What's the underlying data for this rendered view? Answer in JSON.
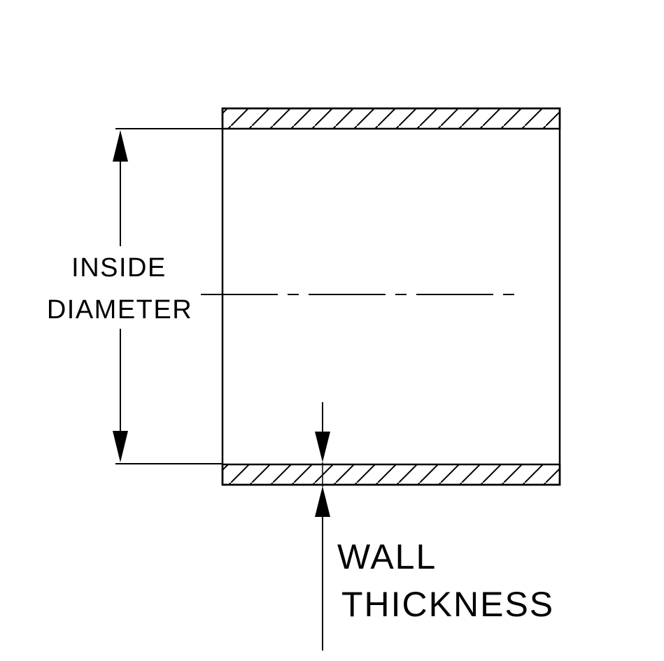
{
  "diagram": {
    "type": "technical-drawing",
    "description": "Cross-section of a silicone hose coupler showing inside diameter and wall thickness dimensions",
    "labels": {
      "inside_diameter": {
        "line1": "INSIDE",
        "line2": "DIAMETER"
      },
      "wall_thickness": {
        "line1": "WALL",
        "line2": "THICKNESS"
      }
    },
    "colors": {
      "line": "#000000",
      "background": "#ffffff"
    }
  }
}
